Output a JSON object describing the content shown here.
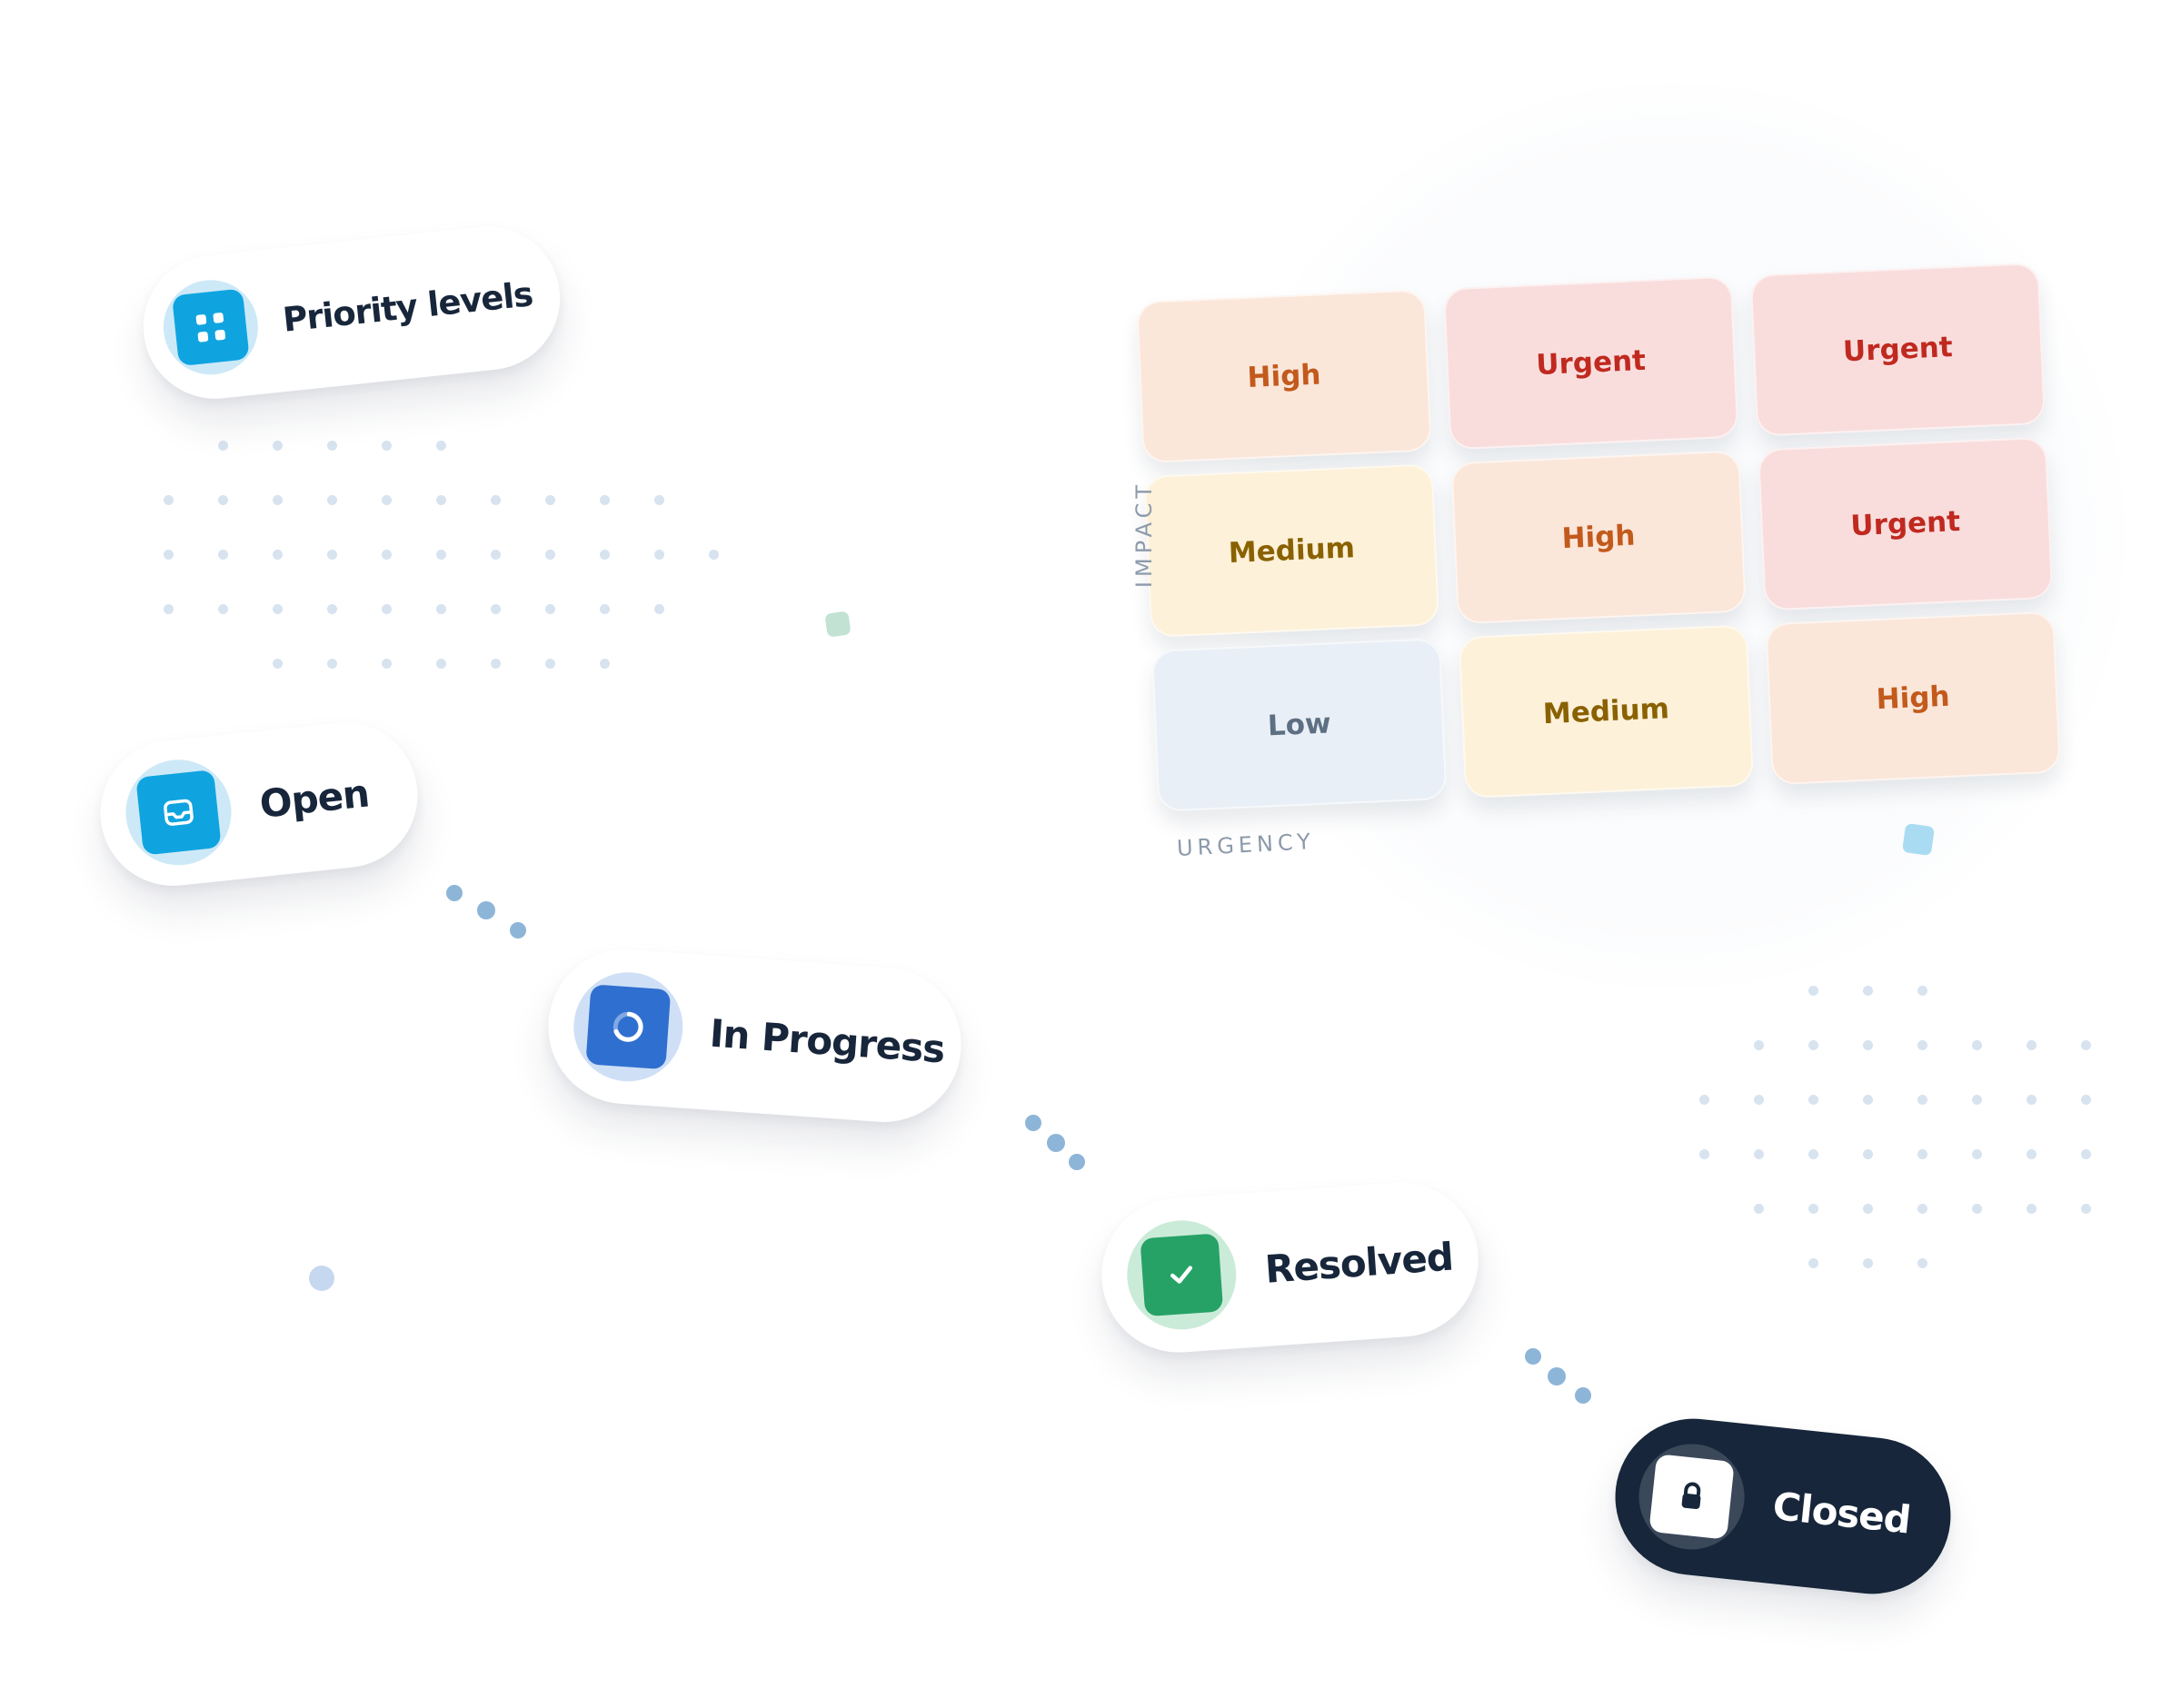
{
  "chips": {
    "priority_levels": "Priority levels",
    "open": "Open",
    "in_progress": "In Progress",
    "resolved": "Resolved",
    "closed": "Closed"
  },
  "icons": {
    "priority_levels": "grid-icon",
    "open": "inbox-icon",
    "in_progress": "progress-ring-icon",
    "resolved": "check-icon",
    "closed": "lock-icon"
  },
  "matrix": {
    "y_axis_label": "IMPACT",
    "x_axis_label": "URGENCY",
    "rows": [
      [
        "High",
        "Urgent",
        "Urgent"
      ],
      [
        "Medium",
        "High",
        "Urgent"
      ],
      [
        "Low",
        "Medium",
        "High"
      ]
    ]
  },
  "colors": {
    "primary_blue": "#0fa4e0",
    "progress_blue": "#2f6fcf",
    "resolved_green": "#27a266",
    "closed_navy": "#17263a",
    "high": "#fbe6da",
    "urgent": "#f9dddd",
    "medium": "#fdf1d9",
    "low": "#e9eff6"
  }
}
